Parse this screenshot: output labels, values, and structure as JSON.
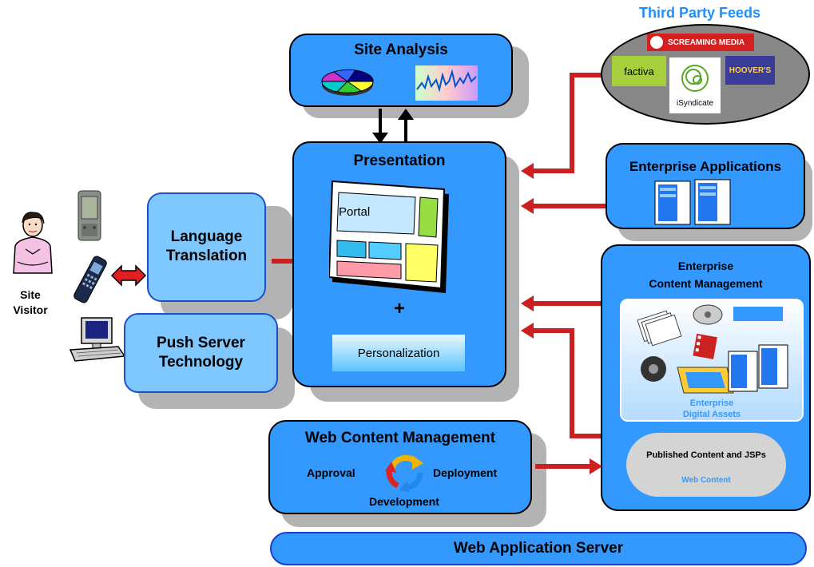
{
  "site_visitor": {
    "line1": "Site",
    "line2": "Visitor"
  },
  "third_party_feeds": {
    "title": "Third Party Feeds",
    "logos": {
      "screaming_media": "SCREAMING MEDIA",
      "factiva": "factiva",
      "isyndicate": "iSyndicate",
      "hoovers": "HOOVER'S"
    }
  },
  "site_analysis": {
    "title": "Site Analysis"
  },
  "presentation": {
    "title": "Presentation",
    "portal": "Portal",
    "plus": "+",
    "personalization": "Personalization"
  },
  "language_translation": {
    "line1": "Language",
    "line2": "Translation"
  },
  "push_server": {
    "line1": "Push Server",
    "line2": "Technology"
  },
  "enterprise_applications": {
    "title": "Enterprise Applications"
  },
  "enterprise_content_management": {
    "line1": "Enterprise",
    "line2": "Content Management",
    "digital_assets_line1": "Enterprise",
    "digital_assets_line2": "Digital Assets",
    "published": "Published Content and JSPs",
    "web_content": "Web Content"
  },
  "web_content_management": {
    "title": "Web Content Management",
    "approval": "Approval",
    "deployment": "Deployment",
    "development": "Development"
  },
  "web_application_server": {
    "title": "Web Application Server"
  },
  "colors": {
    "box_blue": "#3399ff",
    "light_blue": "#7ec8ff",
    "arrow_red": "#cc1f1f",
    "title_blue": "#1e8fff"
  }
}
